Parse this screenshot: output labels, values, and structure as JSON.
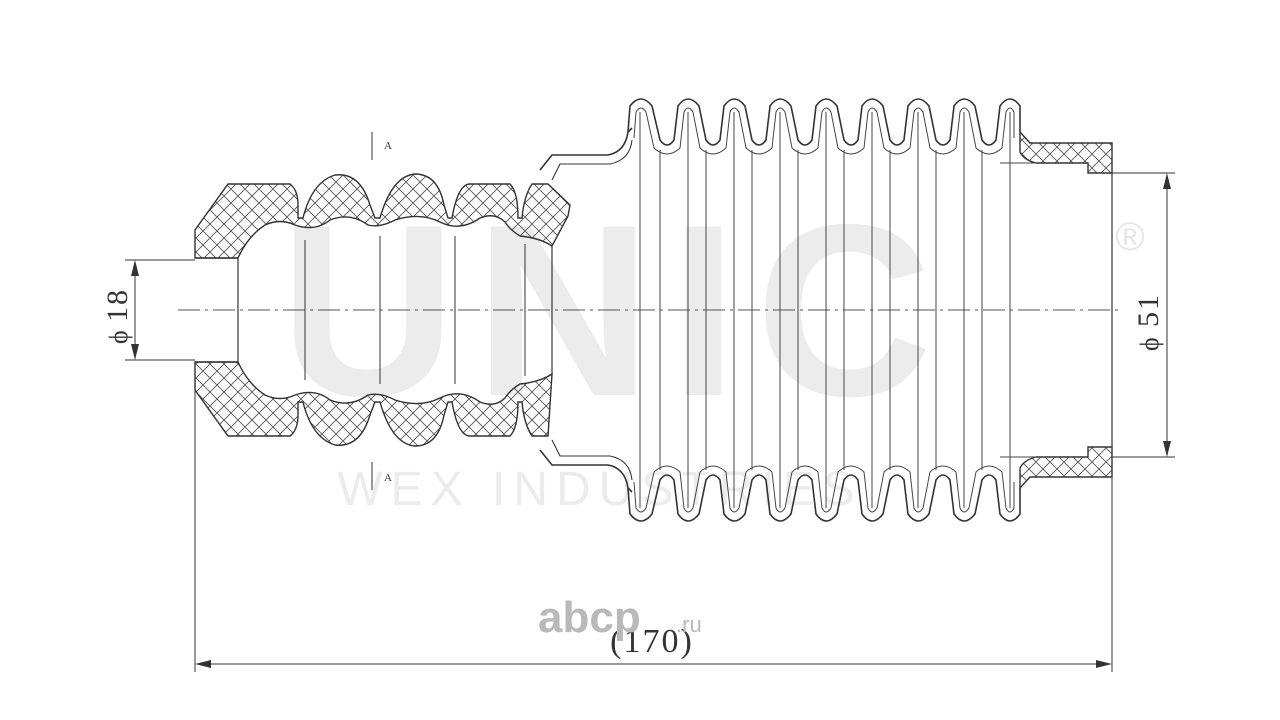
{
  "watermark": {
    "brand": "UNIC",
    "registered_mark": "®",
    "tagline": "WEX INDUSTRIES"
  },
  "logo": {
    "text": "abcp",
    "suffix": ".ru"
  },
  "section_marks": {
    "top": "A",
    "bottom": "A"
  },
  "dimensions": {
    "small_diameter": "18",
    "large_diameter": "51",
    "overall_length": "(170)",
    "diameter_symbol": "ϕ"
  },
  "colors": {
    "line": "#3a3a3a",
    "hatch": "#4a4a4a",
    "watermark": "#ececec",
    "logo": "#b9b9b9"
  }
}
